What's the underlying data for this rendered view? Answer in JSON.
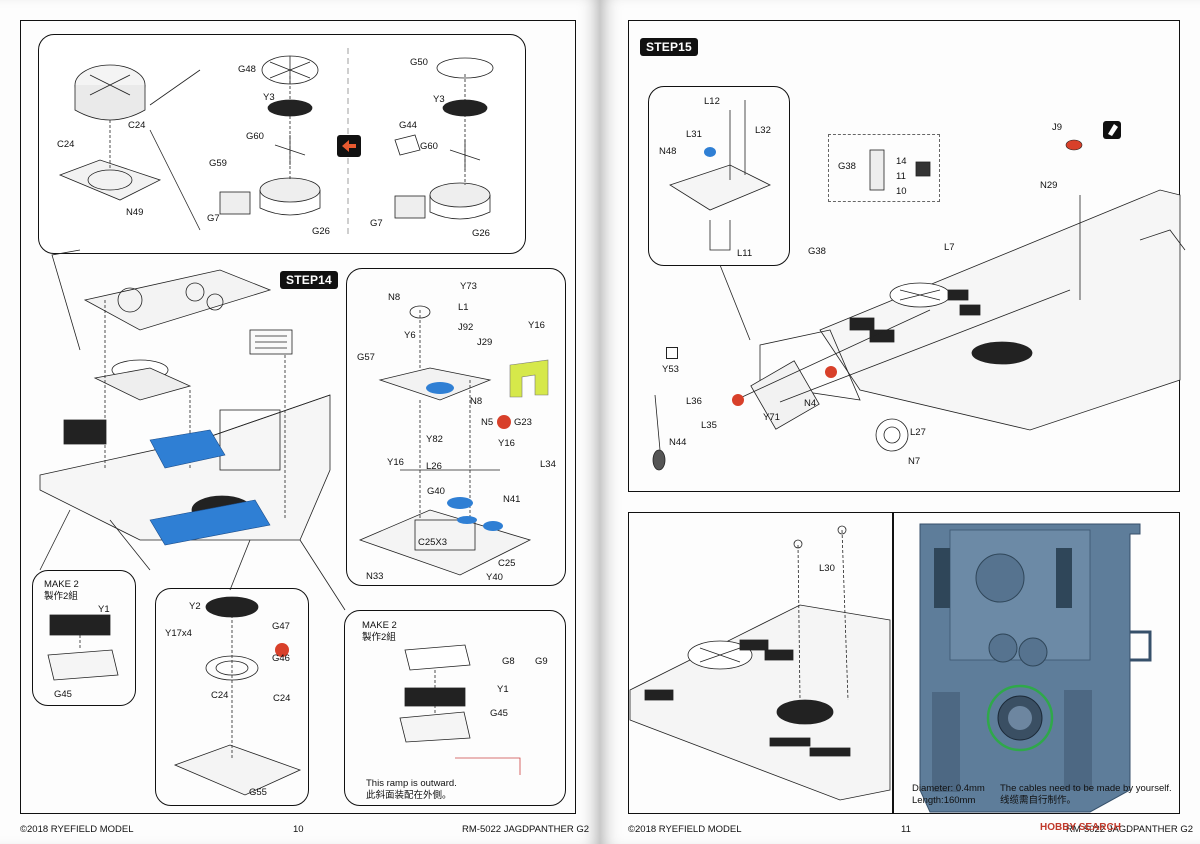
{
  "left_page": {
    "step_label": "STEP14",
    "parts_top_left": [
      "C24",
      "C24",
      "N49"
    ],
    "parts_variant_a": [
      "G48",
      "Y3",
      "G60",
      "G59",
      "G7",
      "G26"
    ],
    "parts_variant_b": [
      "G50",
      "Y3",
      "G44",
      "G60",
      "G7",
      "G26"
    ],
    "parts_main": [
      "N8",
      "Y73",
      "L1",
      "Y6",
      "J92",
      "J29",
      "Y16",
      "G57",
      "N8",
      "N5",
      "G23",
      "Y82",
      "Y16",
      "Y16",
      "L26",
      "L34",
      "G40",
      "N41",
      "C25X3",
      "C25",
      "N33",
      "Y40"
    ],
    "make2_a": {
      "title": "MAKE 2",
      "subtitle": "製作2組",
      "parts": [
        "Y1",
        "G45"
      ]
    },
    "sub_bottom": [
      "Y2",
      "G47",
      "Y17x4",
      "G46",
      "C24",
      "C24",
      "G55"
    ],
    "make2_b": {
      "title": "MAKE 2",
      "subtitle": "製作2組",
      "parts": [
        "G8",
        "G9",
        "Y1",
        "G45"
      ]
    },
    "ramp_note_en": "This ramp is outward.",
    "ramp_note_cn": "此斜面装配在外側。",
    "footer_left": "©2018 RYEFIELD MODEL",
    "page_number": "10",
    "footer_right": "RM-5022 JAGDPANTHER G2"
  },
  "right_page": {
    "step_label": "STEP15",
    "parts_inset": [
      "L12",
      "L31",
      "L32",
      "N48",
      "L11"
    ],
    "parts_small": [
      "G38",
      "14",
      "11",
      "10"
    ],
    "parts_main": [
      "J9",
      "N29",
      "G38",
      "L7",
      "Y53",
      "L36",
      "N4",
      "Y71",
      "L35",
      "N44",
      "L27",
      "N7"
    ],
    "parts_lower": [
      "L30"
    ],
    "diameter_note": "Diameter: 0.4mm",
    "length_note": "Length:160mm",
    "cable_note_en": "The cables need to be made by yourself.",
    "cable_note_cn": "线缆需自行制作。",
    "footer_left": "©2018 RYEFIELD MODEL",
    "page_number": "11",
    "footer_right": "RM-5022 JAGDPANTHER G2",
    "watermark": "HOBBY SEARCH"
  },
  "colors": {
    "highlight_blue": "#2f7fd4",
    "highlight_yellow": "#d6e84a",
    "highlight_red": "#d8402a",
    "photo_blue": "#5e7d9a"
  }
}
